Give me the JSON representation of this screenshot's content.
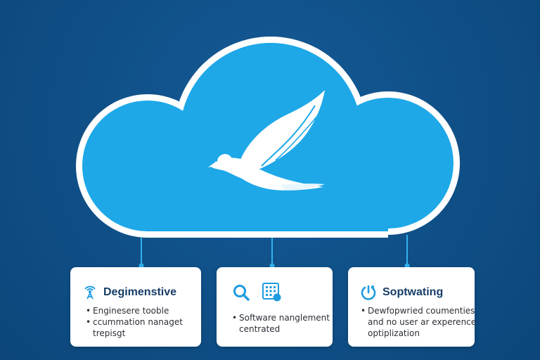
{
  "colors": {
    "background": "#0f4f86",
    "cloud_fill": "#1ea8e8",
    "cloud_stroke": "#ffffff",
    "connector": "#2fb2ee",
    "card_bg": "#ffffff",
    "title_text": "#173d66",
    "icon_accent": "#1e9be0"
  },
  "cloud": {
    "icon": "bird-icon"
  },
  "cards": [
    {
      "icon": "antenna-icon",
      "title": "Degimenstive",
      "lines": [
        "Enginesere tooble",
        "ccummation nanaget",
        "trepisgt"
      ],
      "bullets": [
        true,
        true,
        false
      ]
    },
    {
      "icons": [
        "search-icon",
        "grid-app-icon"
      ],
      "title": "",
      "lines": [
        "Software nanglement",
        "centrated"
      ],
      "bullets": [
        true,
        false
      ]
    },
    {
      "icon": "power-timer-icon",
      "title": "Soptwating",
      "lines": [
        "Dewfopwried coumenties",
        "and no user ar experence",
        "optiplization"
      ],
      "bullets": [
        true,
        false,
        false
      ]
    }
  ]
}
